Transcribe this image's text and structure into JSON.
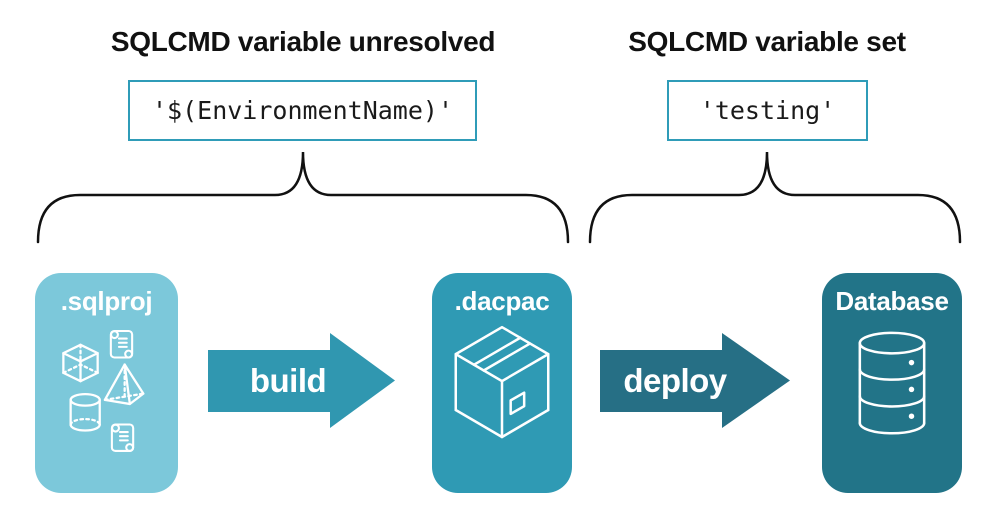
{
  "annotations": {
    "unresolved": {
      "heading": "SQLCMD variable unresolved",
      "code": "'$(EnvironmentName)'"
    },
    "set": {
      "heading": "SQLCMD variable set",
      "code": "'testing'"
    }
  },
  "pipeline": {
    "nodes": [
      {
        "label": ".sqlproj",
        "color": "#7cc8da",
        "icon": "sql-objects-icon"
      },
      {
        "label": ".dacpac",
        "color": "#2f9ab4",
        "icon": "package-icon"
      },
      {
        "label": "Database",
        "color": "#227488",
        "icon": "database-icon"
      }
    ],
    "arrows": [
      {
        "label": "build",
        "color": "#3097b0"
      },
      {
        "label": "deploy",
        "color": "#266f85"
      }
    ]
  },
  "colors": {
    "code_box_border": "#2f9cb8",
    "brace_stroke": "#111111",
    "heading_text": "#111111",
    "code_text": "#1a1a1a",
    "label_text": "#ffffff",
    "background": "#ffffff"
  }
}
